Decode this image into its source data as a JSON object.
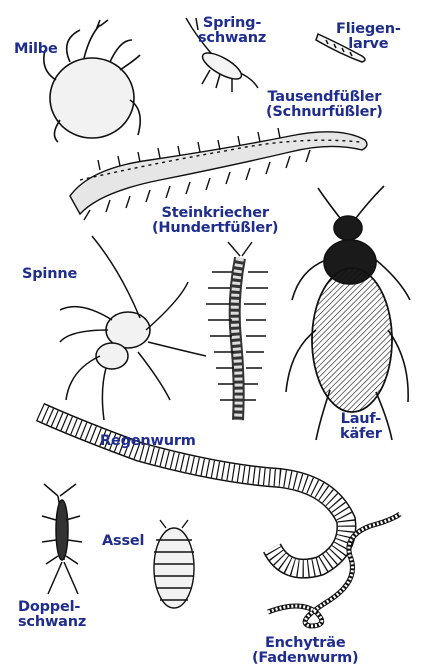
{
  "colors": {
    "label": "#1f2d8f",
    "ink": "#111111",
    "fill_light": "#f2f2f2",
    "fill_dark": "#1a1a1a"
  },
  "labels": {
    "milbe": "Milbe",
    "springschwanz": [
      "Spring-",
      "schwanz"
    ],
    "fliegenlarve": [
      "Fliegen-",
      "larve"
    ],
    "tausendfuessler": [
      "Tausendfüßler",
      "(Schnurfüßler)"
    ],
    "steinkriecher": [
      "Steinkriecher",
      "(Hundertfüßler)"
    ],
    "spinne": "Spinne",
    "laufkaefer": [
      "Lauf-",
      "käfer"
    ],
    "regenwurm": "Regenwurm",
    "assel": "Assel",
    "doppelschwanz": [
      "Doppel-",
      "schwanz"
    ],
    "enchytraee": [
      "Enchyträe",
      "(Fadenwurm)"
    ]
  }
}
